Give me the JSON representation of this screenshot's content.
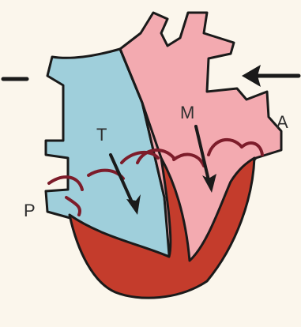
{
  "diagram": {
    "labels": {
      "tricuspid": "T",
      "mitral": "M",
      "pulmonary": "P",
      "aortic": "A"
    },
    "colors": {
      "background": "#fbf6ec",
      "right_heart": "#9fcfdb",
      "left_heart": "#f3aab0",
      "myocardium": "#c43c2c",
      "valve": "#7d1c2a",
      "outline": "#1a1a1a"
    },
    "icons": [
      "left-arrow-icon",
      "right-arrow-icon",
      "tricuspid-flow-arrow-icon",
      "mitral-flow-arrow-icon"
    ]
  }
}
